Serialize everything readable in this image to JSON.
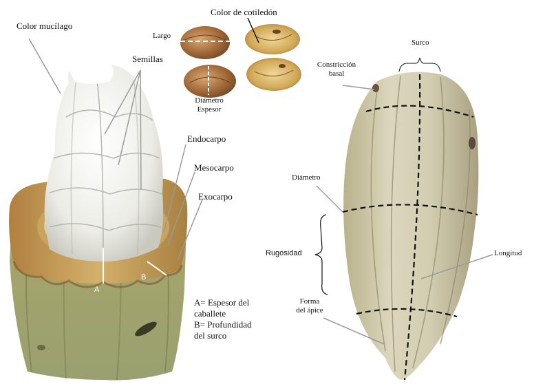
{
  "labels": {
    "color_mucilago": "Color mucílago",
    "semillas": "Semillas",
    "color_cotiledon": "Color de cotiledón",
    "largo": "Largo",
    "diametro_espesor_1": "Diámetro",
    "diametro_espesor_2": "Espesor",
    "endocarpo": "Endocarpo",
    "mesocarpo": "Mesocarpo",
    "exocarpo": "Exocarpo",
    "marker_a": "A",
    "marker_b": "B",
    "surco": "Surco",
    "constriccion_1": "Constricción",
    "constriccion_2": "basal",
    "diametro": "Diámetro",
    "rugosidad": "Rugosidad",
    "longitud": "Longitud",
    "forma_apice_1": "Forma",
    "forma_apice_2": "del ápice"
  },
  "legend": {
    "line1": "A= Espesor del",
    "line2": "caballete",
    "line3": "B= Profundidad",
    "line4": "del surco"
  },
  "colors": {
    "pod_outer": "#a8a86a",
    "pod_rim": "#b8904a",
    "pulp": "#f2f2ee",
    "whole_pod": "#cfc8a8",
    "seed_brown": "#8a5a32",
    "cotyledon": "#d8b060",
    "leader": "#9a9a9a"
  }
}
